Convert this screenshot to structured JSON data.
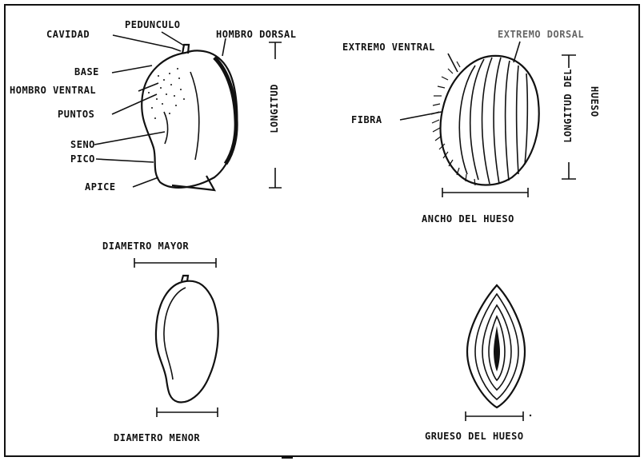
{
  "fruit": {
    "pedunculo": "PEDUNCULO",
    "cavidad": "CAVIDAD",
    "hombro_dorsal": "HOMBRO DORSAL",
    "base": "BASE",
    "hombro_ventral": "HOMBRO VENTRAL",
    "puntos": "PUNTOS",
    "seno": "SENO",
    "pico": "PICO",
    "apice": "APICE",
    "longitud": "LONGITUD"
  },
  "seed": {
    "extremo_ventral": "EXTREMO VENTRAL",
    "extremo_dorsal": "EXTREMO DORSAL",
    "fibra": "FIBRA",
    "longitud_del": "LONGITUD DEL",
    "hueso": "HUESO",
    "ancho": "ANCHO DEL HUESO"
  },
  "diameter": {
    "mayor": "DIAMETRO MAYOR",
    "menor": "DIAMETRO MENOR"
  },
  "thickness": {
    "grueso": "GRUESO DEL HUESO"
  },
  "colors": {
    "ink": "#111111",
    "paper": "#ffffff",
    "frame": "#111111"
  }
}
